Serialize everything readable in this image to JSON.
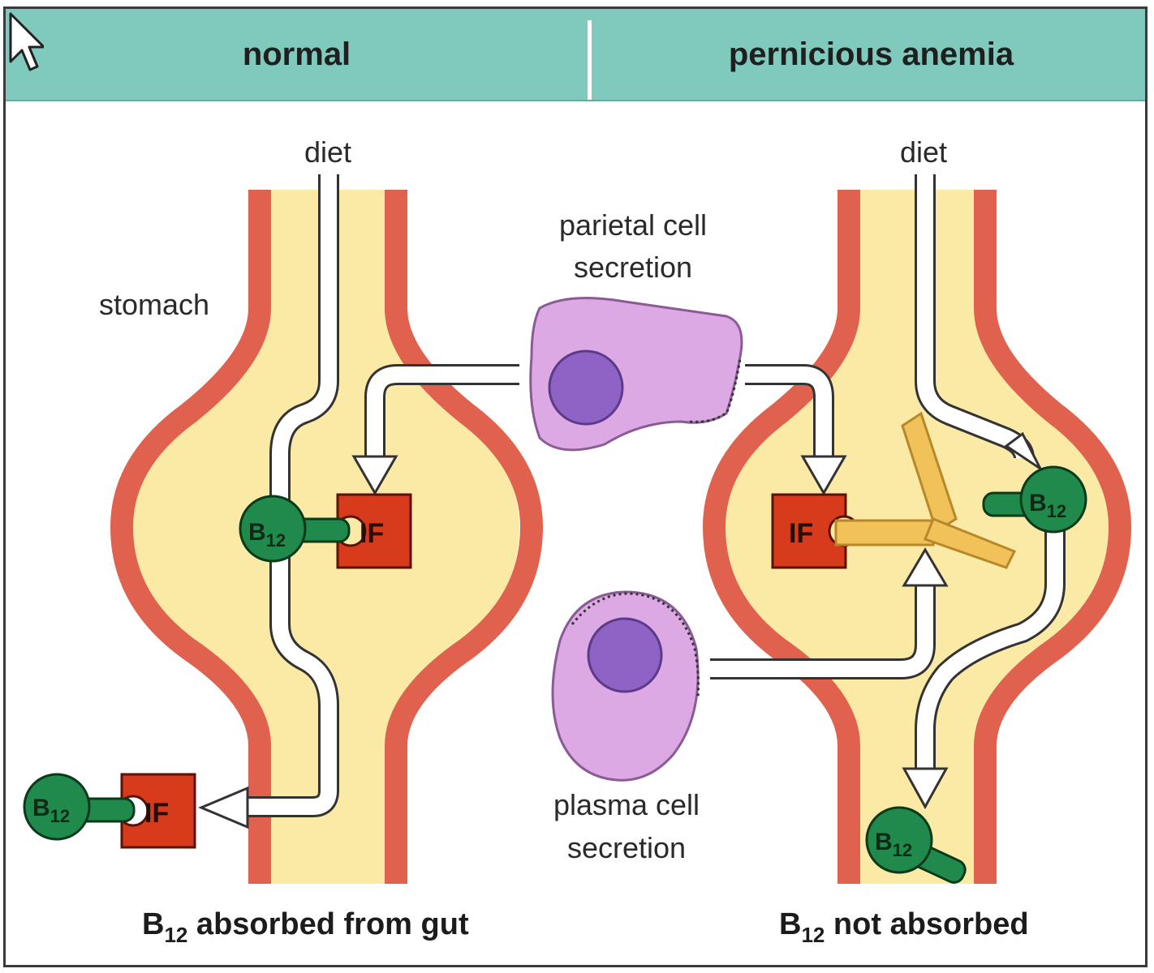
{
  "header": {
    "left_title": "normal",
    "right_title": "pernicious anemia"
  },
  "labels": {
    "diet_left": "diet",
    "diet_right": "diet",
    "stomach": "stomach",
    "parietal_line1": "parietal cell",
    "parietal_line2": "secretion",
    "plasma_line1": "plasma cell",
    "plasma_line2": "secretion",
    "if_text": "IF",
    "b12_main": "B",
    "b12_sub": "12"
  },
  "captions": {
    "left_main": "B",
    "left_sub": "12",
    "left_rest": " absorbed from gut",
    "right_main": "B",
    "right_sub": "12",
    "right_rest": " not absorbed"
  },
  "colors": {
    "header": "#7fc9bd",
    "stomach_wall": "#e0614d",
    "lumen": "#fbe9a6",
    "b12": "#1f8a4c",
    "intrinsic_factor": "#d83a1c",
    "antibody": "#f1c25a",
    "cell": "#dca9e4",
    "nucleus": "#8f63c6"
  },
  "icons": [
    "mouse-cursor-icon"
  ]
}
